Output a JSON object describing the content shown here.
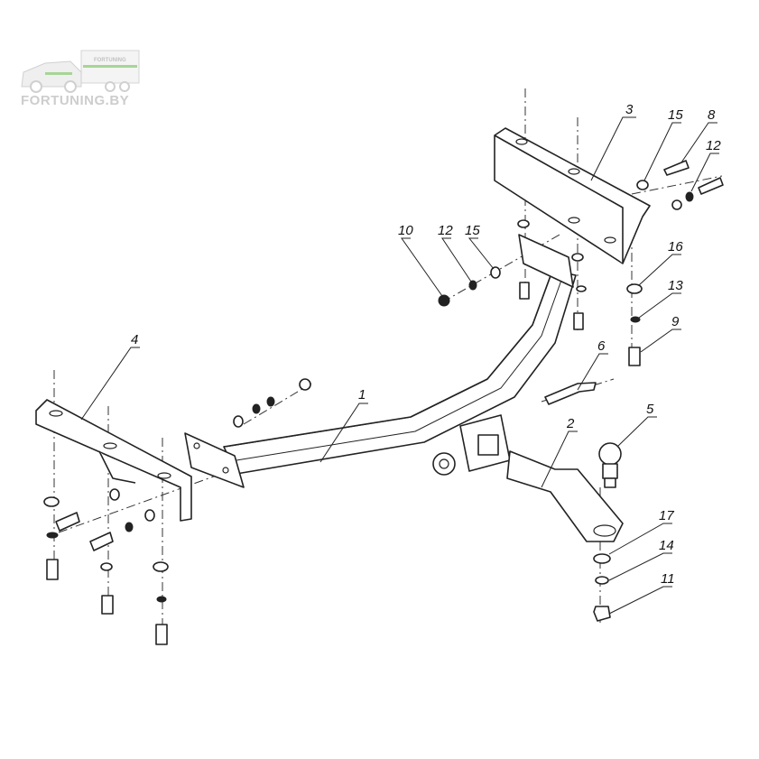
{
  "logo": {
    "text": "FORTUNING.BY",
    "trailer_text": "FORTUNING",
    "accent": "#9ed18a"
  },
  "callouts": {
    "c1": "1",
    "c2": "2",
    "c3": "3",
    "c4": "4",
    "c5": "5",
    "c6": "6",
    "c8": "8",
    "c9": "9",
    "c10": "10",
    "c11": "11",
    "c12a": "12",
    "c12b": "12",
    "c13": "13",
    "c14": "14",
    "c15a": "15",
    "c15b": "15",
    "c16": "16",
    "c17": "17"
  }
}
